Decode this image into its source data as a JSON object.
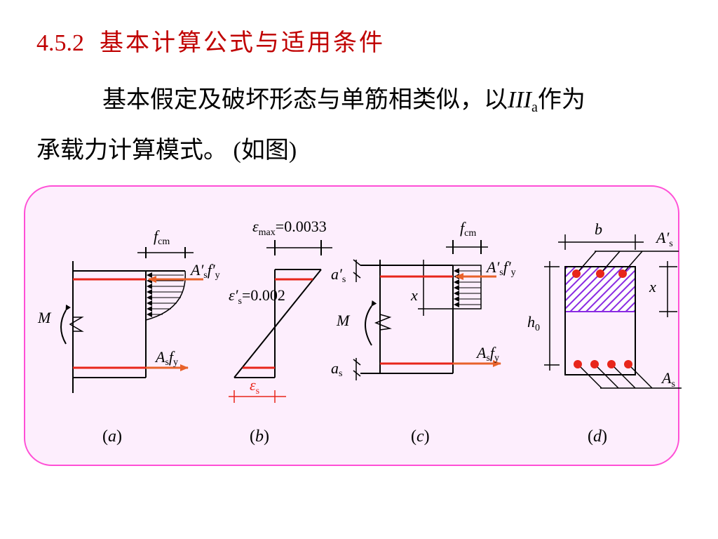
{
  "heading": {
    "number": "4.5.2",
    "text": "基本计算公式与适用条件"
  },
  "paragraph": {
    "line1_prefix": "基本假定及破坏形态与单筋相类似，以",
    "stage_symbol": "III",
    "stage_subscript": "a",
    "line1_suffix": "作为",
    "line2": "承载力计算模式。 (如图)"
  },
  "figure": {
    "a": {
      "caption_letter": "a",
      "moment": "M",
      "top_dim_main": "f",
      "top_dim_sub": "cm",
      "top_force_main": "A′",
      "top_force_sub": "s",
      "top_force_tail": "f′",
      "top_force_tail_sub": "y",
      "bottom_force_main": "A",
      "bottom_force_sub": "s",
      "bottom_force_tail": "f",
      "bottom_force_tail_sub": "y"
    },
    "b": {
      "caption_letter": "b",
      "strain_max_symbol": "ε",
      "strain_max_sub": "max",
      "strain_max_value": "=0.0033",
      "strain_comp_symbol": "ε′",
      "strain_comp_sub": "s",
      "strain_comp_value": "=0.002",
      "strain_tension_symbol": "ε",
      "strain_tension_sub": "s"
    },
    "c": {
      "caption_letter": "c",
      "moment": "M",
      "top_dim_main": "f",
      "top_dim_sub": "cm",
      "cover_top_main": "a′",
      "cover_top_sub": "s",
      "depth_label": "x",
      "cover_bottom_main": "a",
      "cover_bottom_sub": "s",
      "top_force_main": "A′",
      "top_force_sub": "s",
      "top_force_tail": "f′",
      "top_force_tail_sub": "y",
      "bottom_force_main": "A",
      "bottom_force_sub": "s",
      "bottom_force_tail": "f",
      "bottom_force_tail_sub": "y"
    },
    "d": {
      "caption_letter": "d",
      "width_label": "b",
      "height_main": "h",
      "height_sub": "0",
      "depth_label": "x",
      "top_steel_main": "A′",
      "top_steel_sub": "s",
      "bottom_steel_main": "A",
      "bottom_steel_sub": "s"
    }
  },
  "colors": {
    "heading": "#c00000",
    "panel_border": "#ff4fd6",
    "panel_fill": "#fdeefd",
    "rebar": "#e8261b",
    "stress_arrow": "#e8622b",
    "hatch": "#8a2be2"
  }
}
